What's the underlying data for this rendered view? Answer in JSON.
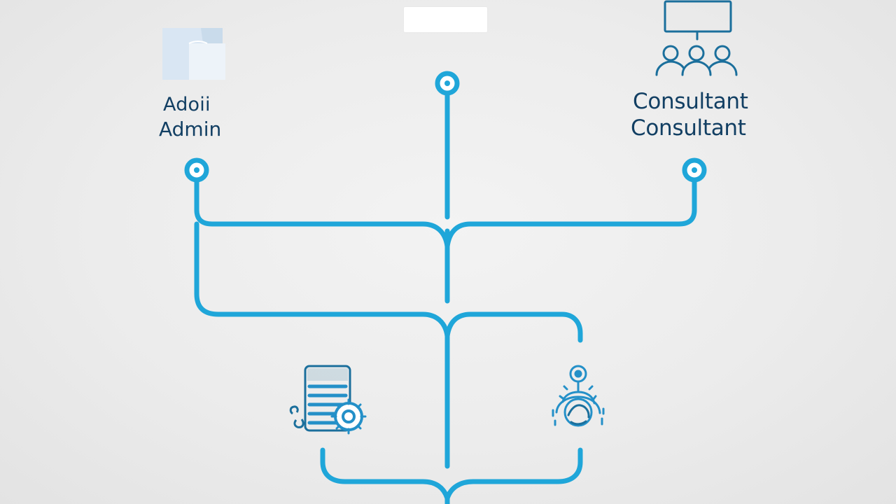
{
  "diagram": {
    "accent_color": "#1fa6d9",
    "icon_color": "#1b6f9c",
    "label_color": "#123f63",
    "nodes": {
      "admin": {
        "label_line_1": "Adoii",
        "label_line_2": "Admin",
        "icon": "document-icon"
      },
      "consultant": {
        "label_line_1": "Consultant",
        "label_line_2": "Consultant",
        "icon": "team-presentation-icon"
      },
      "top_center": {
        "icon": "blank-card-icon"
      },
      "bottom_left": {
        "icon": "server-settings-icon"
      },
      "bottom_right": {
        "icon": "support-agent-icon"
      }
    }
  }
}
